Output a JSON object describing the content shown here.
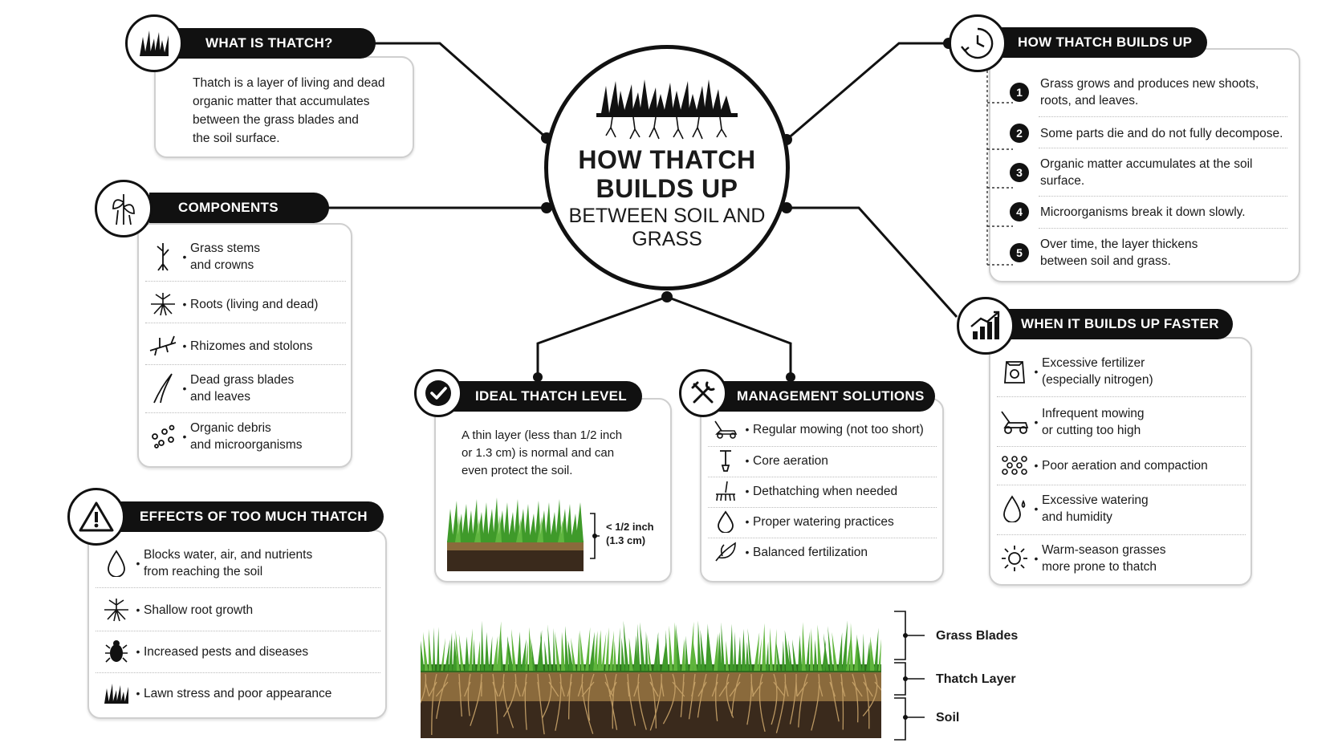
{
  "center": {
    "title": "HOW THATCH BUILDS UP",
    "subtitle": "BETWEEN SOIL AND GRASS"
  },
  "what": {
    "heading": "WHAT IS THATCH?",
    "text_lines": [
      "Thatch is a layer of living and dead",
      "organic matter that accumulates",
      "between the grass blades and",
      "the soil surface."
    ]
  },
  "components": {
    "heading": "COMPONENTS",
    "items": [
      {
        "icon": "grass-stem-icon",
        "lines": [
          "Grass stems",
          "and crowns"
        ]
      },
      {
        "icon": "roots-icon",
        "lines": [
          "Roots (living and dead)"
        ]
      },
      {
        "icon": "rhizome-icon",
        "lines": [
          "Rhizomes and stolons"
        ]
      },
      {
        "icon": "dead-leaf-icon",
        "lines": [
          "Dead grass blades",
          "and leaves"
        ]
      },
      {
        "icon": "debris-dots-icon",
        "lines": [
          "Organic debris",
          "and microorganisms"
        ]
      }
    ]
  },
  "effects": {
    "heading": "EFFECTS OF TOO MUCH THATCH",
    "items": [
      {
        "icon": "water-drop-icon",
        "lines": [
          "Blocks water, air, and nutrients",
          "from reaching the soil"
        ]
      },
      {
        "icon": "roots-icon",
        "lines": [
          "Shallow root growth"
        ]
      },
      {
        "icon": "bug-icon",
        "lines": [
          "Increased pests and diseases"
        ]
      },
      {
        "icon": "grass-icon",
        "lines": [
          "Lawn stress and poor appearance"
        ]
      }
    ]
  },
  "ideal": {
    "heading": "IDEAL THATCH LEVEL",
    "text_lines": [
      "A thin layer (less than 1/2 inch",
      "or 1.3 cm) is normal and can",
      "even protect the soil."
    ],
    "measure_lines": [
      "< 1/2 inch",
      "(1.3 cm)"
    ]
  },
  "management": {
    "heading": "MANAGEMENT SOLUTIONS",
    "items": [
      {
        "icon": "lawn-mower-icon",
        "text": "Regular mowing (not too short)"
      },
      {
        "icon": "aerator-icon",
        "text": "Core aeration"
      },
      {
        "icon": "rake-icon",
        "text": "Dethatching when needed"
      },
      {
        "icon": "water-drop-icon",
        "text": "Proper watering practices"
      },
      {
        "icon": "leaf-icon",
        "text": "Balanced fertilization"
      }
    ]
  },
  "builds": {
    "heading": "HOW THATCH BUILDS UP",
    "steps": [
      {
        "n": "1",
        "lines": [
          "Grass grows and produces new shoots,",
          "roots, and leaves."
        ]
      },
      {
        "n": "2",
        "lines": [
          "Some parts die and do not fully decompose."
        ]
      },
      {
        "n": "3",
        "lines": [
          "Organic matter accumulates at the soil",
          "surface."
        ]
      },
      {
        "n": "4",
        "lines": [
          "Microorganisms break it down slowly."
        ]
      },
      {
        "n": "5",
        "lines": [
          "Over time, the layer thickens",
          "between soil and grass."
        ]
      }
    ]
  },
  "faster": {
    "heading": "WHEN IT BUILDS UP FASTER",
    "items": [
      {
        "icon": "fertilizer-bag-icon",
        "lines": [
          "Excessive fertilizer",
          "(especially nitrogen)"
        ]
      },
      {
        "icon": "lawn-mower-icon",
        "lines": [
          "Infrequent mowing",
          "or cutting too high"
        ]
      },
      {
        "icon": "compaction-dots-icon",
        "lines": [
          "Poor aeration and compaction"
        ]
      },
      {
        "icon": "water-drop-icon",
        "lines": [
          "Excessive watering",
          "and humidity"
        ]
      },
      {
        "icon": "sun-icon",
        "lines": [
          "Warm-season grasses",
          "more prone to thatch"
        ]
      }
    ]
  },
  "layers": [
    "Grass Blades",
    "Thatch Layer",
    "Soil"
  ],
  "colors": {
    "ink": "#111111",
    "grass": "#3f9a2a",
    "thatch": "#8a6a3c",
    "soil": "#3a2a1c"
  }
}
